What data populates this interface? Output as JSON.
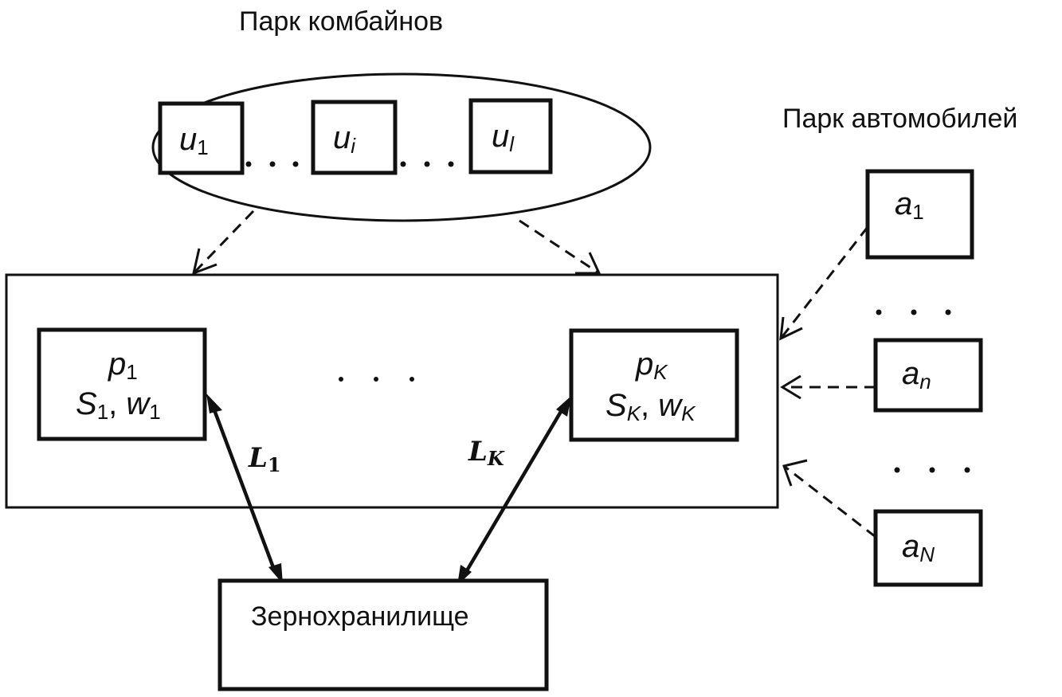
{
  "labels": {
    "combine_fleet": "Парк комбайнов",
    "vehicle_fleet": "Парк автомобилей",
    "granary": "Зернохранилище"
  },
  "combines": [
    {
      "var": "u",
      "sub": "1",
      "sub_italic": false
    },
    {
      "var": "u",
      "sub": "i",
      "sub_italic": true
    },
    {
      "var": "u",
      "sub": "l",
      "sub_italic": true
    }
  ],
  "fields": [
    {
      "var": "p",
      "sub": "1",
      "line2_a": "S",
      "line2_a_sub": "1",
      "line2_sep": ", ",
      "line2_b": "w",
      "line2_b_sub": "1",
      "sub_italic": false
    },
    {
      "var": "p",
      "sub": "K",
      "line2_a": "S",
      "line2_a_sub": "K",
      "line2_sep": ", ",
      "line2_b": "w",
      "line2_b_sub": "K",
      "sub_italic": true
    }
  ],
  "links": [
    {
      "var": "L",
      "sub": "1"
    },
    {
      "var": "L",
      "sub": "K"
    }
  ],
  "vehicles": [
    {
      "var": "a",
      "sub": "1",
      "sub_italic": false
    },
    {
      "var": "a",
      "sub": "n",
      "sub_italic": true
    },
    {
      "var": "a",
      "sub": "N",
      "sub_italic": true
    }
  ],
  "ellipsis": "· · ·"
}
